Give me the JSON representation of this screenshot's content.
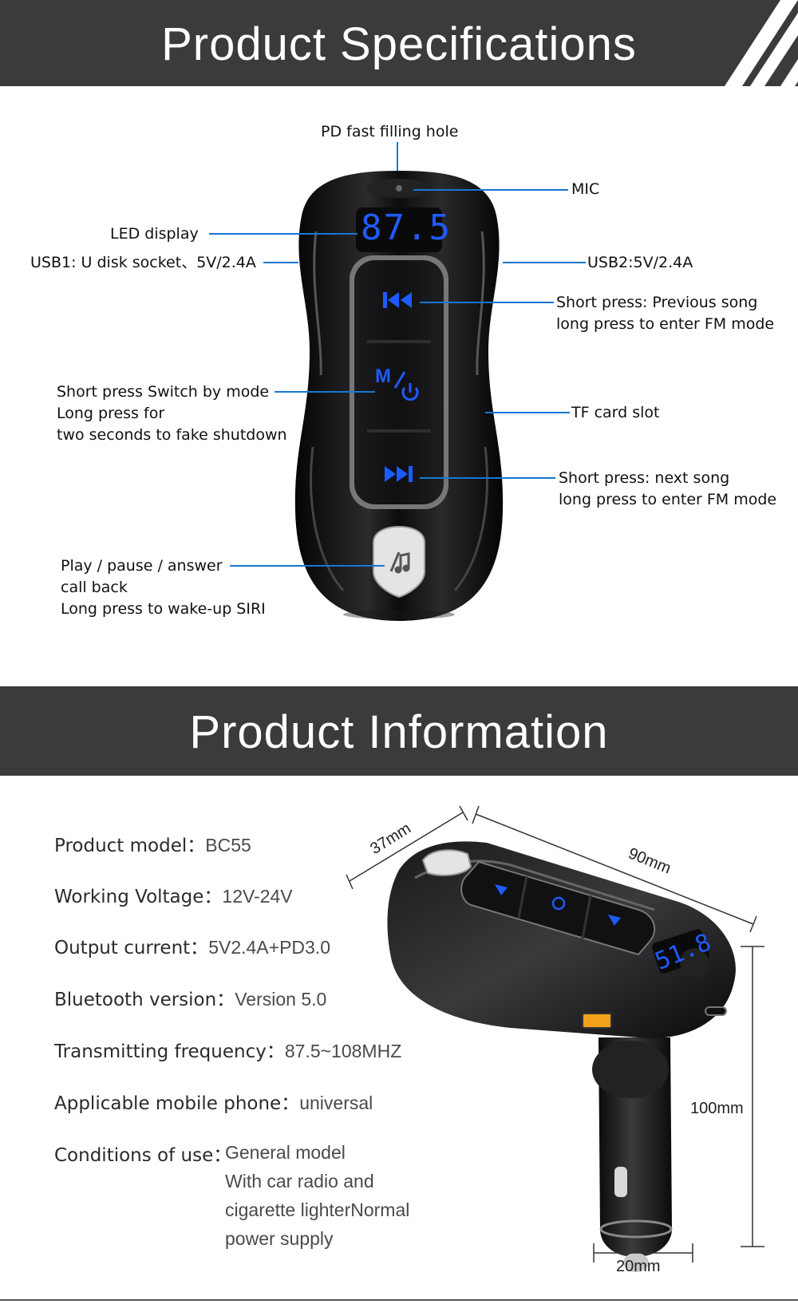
{
  "specs_section": {
    "title": "Product Specifications",
    "device_display": "87.5",
    "callouts": {
      "pd_hole": "PD fast filling hole",
      "mic": "MIC",
      "led": "LED display",
      "usb1": "USB1: U disk socket、5V/2.4A",
      "usb2": "USB2:5V/2.4A",
      "prev": "Short press: Previous song\nlong press to enter FM mode",
      "mode": "Short press Switch by mode\nLong press for\ntwo seconds to fake shutdown",
      "tf": "TF card slot",
      "next": "Short press: next song\nlong press to enter FM mode",
      "play": "Play / pause / answer\ncall back\nLong press to wake-up SIRI"
    },
    "button_mode_label": "M"
  },
  "info_section": {
    "title": "Product Information",
    "specs": [
      {
        "label": "Product model：",
        "value": "BC55"
      },
      {
        "label": "Working Voltage：",
        "value": "12V-24V"
      },
      {
        "label": "Output current：",
        "value": "5V2.4A+PD3.0"
      },
      {
        "label": "Bluetooth version：",
        "value": "Version 5.0"
      },
      {
        "label": "Transmitting frequency：",
        "value": "87.5~108MHZ"
      },
      {
        "label": "Applicable mobile phone：",
        "value": "universal"
      }
    ],
    "conditions": {
      "label": "Conditions of use：",
      "value": "General model\nWith car radio and\ncigarette lighterNormal\npower supply"
    },
    "dimensions": {
      "width": "37mm",
      "length": "90mm",
      "height": "100mm",
      "base": "20mm"
    },
    "device_display": "51.8"
  },
  "colors": {
    "banner": "#3a3b3d",
    "accent": "#1976d2",
    "led_blue": "#1e5bff"
  }
}
